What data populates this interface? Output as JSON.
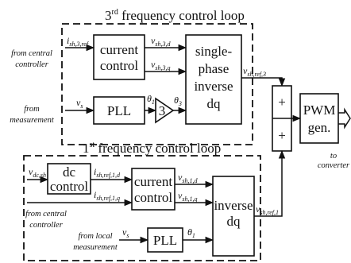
{
  "loop3": {
    "title": "3rd frequency control loop",
    "title_num": "3",
    "title_sup": "rd",
    "title_rest": " frequency control loop",
    "current_control": [
      "current",
      "control"
    ],
    "pll": "PLL",
    "gain": "3",
    "inverse": [
      "single-",
      "phase",
      "inverse",
      "dq"
    ],
    "sig_iref": "i",
    "sig_iref_sub": "sh,3,ref",
    "sig_vsd": "v",
    "sig_vsd_sub": "sh,3,d",
    "sig_vsq": "v",
    "sig_vsq_sub": "sh,3,q",
    "sig_vs": "v",
    "sig_vs_sub": "s",
    "sig_theta1": "θ",
    "sig_theta1_sub": "1",
    "sig_theta3": "θ",
    "sig_theta3_sub": "3",
    "sig_out": "v",
    "sig_out_sub": "sh,ref,3",
    "src_central": [
      "from central",
      "controller"
    ],
    "src_meas": [
      "from",
      "measurement"
    ]
  },
  "loop1": {
    "title": "1st frequency control loop",
    "title_num": "1",
    "title_sup": "st",
    "title_rest": " frequency control loop",
    "dc_control": [
      "dc",
      "control"
    ],
    "current_control": [
      "current",
      "control"
    ],
    "pll": "PLL",
    "inverse": [
      "inverse",
      "dq"
    ],
    "sig_vdc": "v",
    "sig_vdc_sub": "dc,sh",
    "sig_idref": "i",
    "sig_idref_sub": "sh,ref,1,d",
    "sig_iqref": "i",
    "sig_iqref_sub": "sh,ref,1,q",
    "sig_vsd": "v",
    "sig_vsd_sub": "sh,1,d",
    "sig_vsq": "v",
    "sig_vsq_sub": "sh,1,q",
    "sig_vs": "v",
    "sig_vs_sub": "s",
    "sig_theta1": "θ",
    "sig_theta1_sub": "1",
    "sig_out": "v",
    "sig_out_sub": "sh,ref,1",
    "src_central": [
      "from central",
      "controller"
    ],
    "src_local": [
      "from local",
      "measurement"
    ]
  },
  "sum": {
    "plus_top": "+",
    "plus_bottom": "+"
  },
  "pwm": {
    "label": [
      "PWM",
      "gen."
    ],
    "dest": [
      "to",
      "converter"
    ]
  }
}
